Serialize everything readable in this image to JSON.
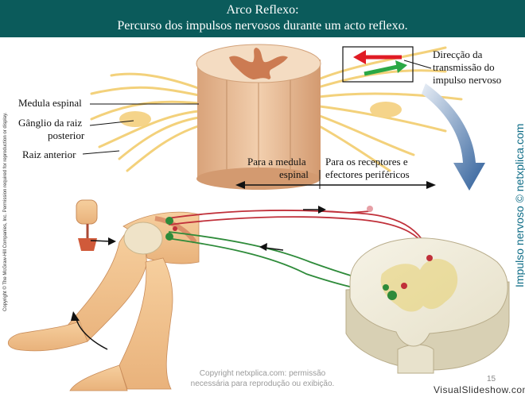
{
  "header": {
    "title": "Arco Reflexo:",
    "subtitle": "Percurso dos impulsos nervosos durante um acto reflexo."
  },
  "labels": {
    "medula_espinal": "Medula espinal",
    "ganglio": "Gânglio da raiz",
    "posterior": "posterior",
    "raiz_anterior": "Raiz anterior",
    "direccao_1": "Direcção da",
    "direccao_2": "transmissão do",
    "direccao_3": "impulso nervoso",
    "para_medula_1": "Para a medula",
    "para_medula_2": "espinal",
    "para_receptores_1": "Para os receptores e",
    "para_receptores_2": "efectores periféricos"
  },
  "side_credit": "Impulso nervoso © netxplica.com",
  "left_copyright": "Copyright © The McGraw-Hill Companies, Inc. Permission required for reproduction or display.",
  "footer": {
    "copyright_1": "Copyright netxplica.com: permissão",
    "copyright_2": "necessária para reprodução ou exibição.",
    "page_number": "15",
    "brand": "VisualSlideshow.com"
  },
  "colors": {
    "header_bg": "#0b5b5b",
    "sensory_path": "#c0303a",
    "motor_path": "#2e8b3a",
    "arrow_red": "#e01b24",
    "arrow_green": "#2aa845",
    "side_text": "#0d6c86"
  }
}
